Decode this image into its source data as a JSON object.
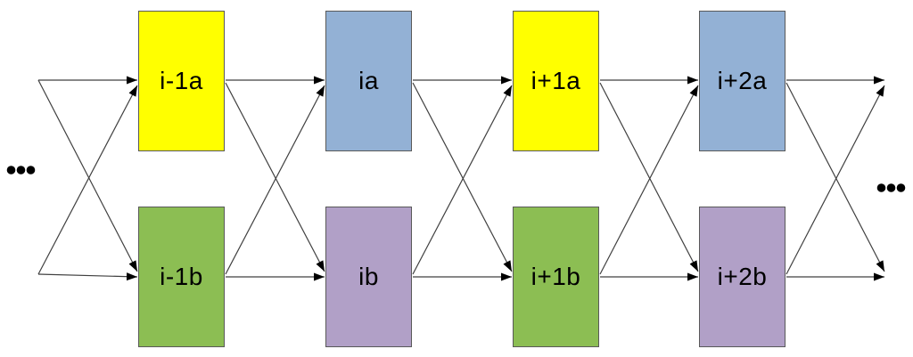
{
  "diagram": {
    "nodes": [
      {
        "id": "i-1a",
        "label": "i-1a",
        "row": "a",
        "col": 0,
        "color": "#FFFF00"
      },
      {
        "id": "ia",
        "label": "ia",
        "row": "a",
        "col": 1,
        "color": "#93B1D5"
      },
      {
        "id": "i+1a",
        "label": "i+1a",
        "row": "a",
        "col": 2,
        "color": "#FFFF00"
      },
      {
        "id": "i+2a",
        "label": "i+2a",
        "row": "a",
        "col": 3,
        "color": "#93B1D5"
      },
      {
        "id": "i-1b",
        "label": "i-1b",
        "row": "b",
        "col": 0,
        "color": "#8CBE53"
      },
      {
        "id": "ib",
        "label": "ib",
        "row": "b",
        "col": 1,
        "color": "#B1A0C7"
      },
      {
        "id": "i+1b",
        "label": "i+1b",
        "row": "b",
        "col": 2,
        "color": "#8CBE53"
      },
      {
        "id": "i+2b",
        "label": "i+2b",
        "row": "b",
        "col": 3,
        "color": "#B1A0C7"
      }
    ],
    "edges": [
      {
        "from": "ext-left-a",
        "to": "i-1a"
      },
      {
        "from": "ext-left-a",
        "to": "i-1b"
      },
      {
        "from": "ext-left-b",
        "to": "i-1a"
      },
      {
        "from": "ext-left-b",
        "to": "i-1b"
      },
      {
        "from": "i-1a",
        "to": "ia"
      },
      {
        "from": "i-1a",
        "to": "ib"
      },
      {
        "from": "i-1b",
        "to": "ia"
      },
      {
        "from": "i-1b",
        "to": "ib"
      },
      {
        "from": "ia",
        "to": "i+1a"
      },
      {
        "from": "ia",
        "to": "i+1b"
      },
      {
        "from": "ib",
        "to": "i+1a"
      },
      {
        "from": "ib",
        "to": "i+1b"
      },
      {
        "from": "i+1a",
        "to": "i+2a"
      },
      {
        "from": "i+1a",
        "to": "i+2b"
      },
      {
        "from": "i+1b",
        "to": "i+2a"
      },
      {
        "from": "i+1b",
        "to": "i+2b"
      },
      {
        "from": "i+2a",
        "to": "ext-right-a"
      },
      {
        "from": "i+2a",
        "to": "ext-right-b"
      },
      {
        "from": "i+2b",
        "to": "ext-right-a"
      },
      {
        "from": "i+2b",
        "to": "ext-right-b"
      }
    ],
    "ellipsis_left": "...",
    "ellipsis_right": "...",
    "line_color": "#404040",
    "arrow_color": "#000000",
    "text_color": "#000000",
    "background_color": "#FFFFFF"
  }
}
